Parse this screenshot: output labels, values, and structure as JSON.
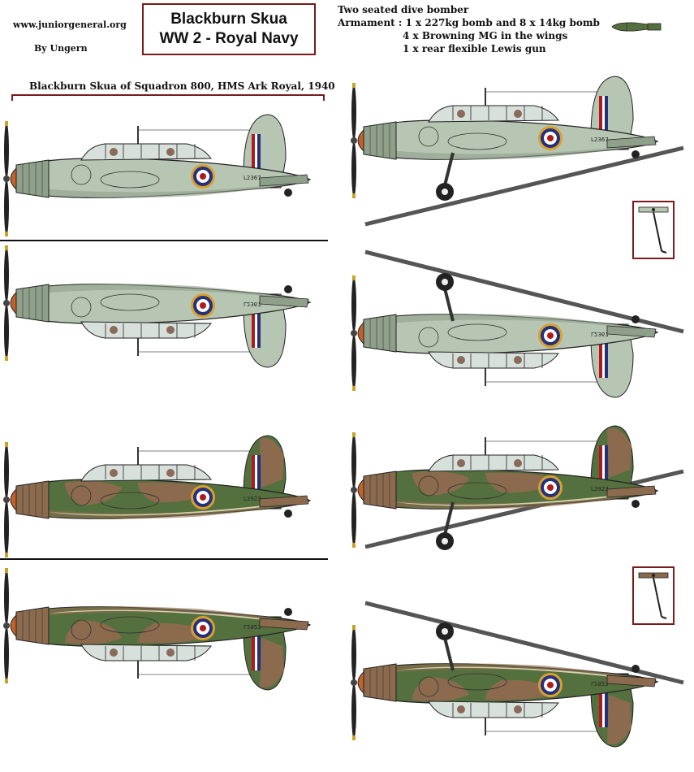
{
  "header": {
    "site": "www.juniorgeneral.org",
    "author": "By Ungern",
    "title_line1": "Blackburn Skua",
    "title_line2": "WW 2 - Royal Navy"
  },
  "specs": {
    "line1": "Two seated dive bomber",
    "line2": "Armament : 1 x 227kg bomb and 8  x 14kg bomb",
    "line3": "4 x Browning MG in the wings",
    "line4": "1 x rear flexible Lewis gun"
  },
  "caption": "Blackburn Skua of Squadron 800, HMS Ark Royal, 1940",
  "serials": {
    "grey": "L2367",
    "camo": "L2923"
  },
  "icons": [
    "bomb-icon",
    "propeller-icon",
    "roundel-icon",
    "fin-flash-icon",
    "landing-gear-icon",
    "tail-hook-icon"
  ],
  "colors": {
    "border_red": "#7a1a1a",
    "grey_green": "#b7c6b3",
    "grey_green_dark": "#8fa08a",
    "camo_green": "#55703f",
    "camo_brown": "#8b6a4e",
    "camo_sand": "#d9cfb0",
    "spinner": "#c2622a",
    "roundel_yellow": "#d9a030",
    "roundel_blue": "#24307a",
    "roundel_red": "#b01a1a"
  }
}
